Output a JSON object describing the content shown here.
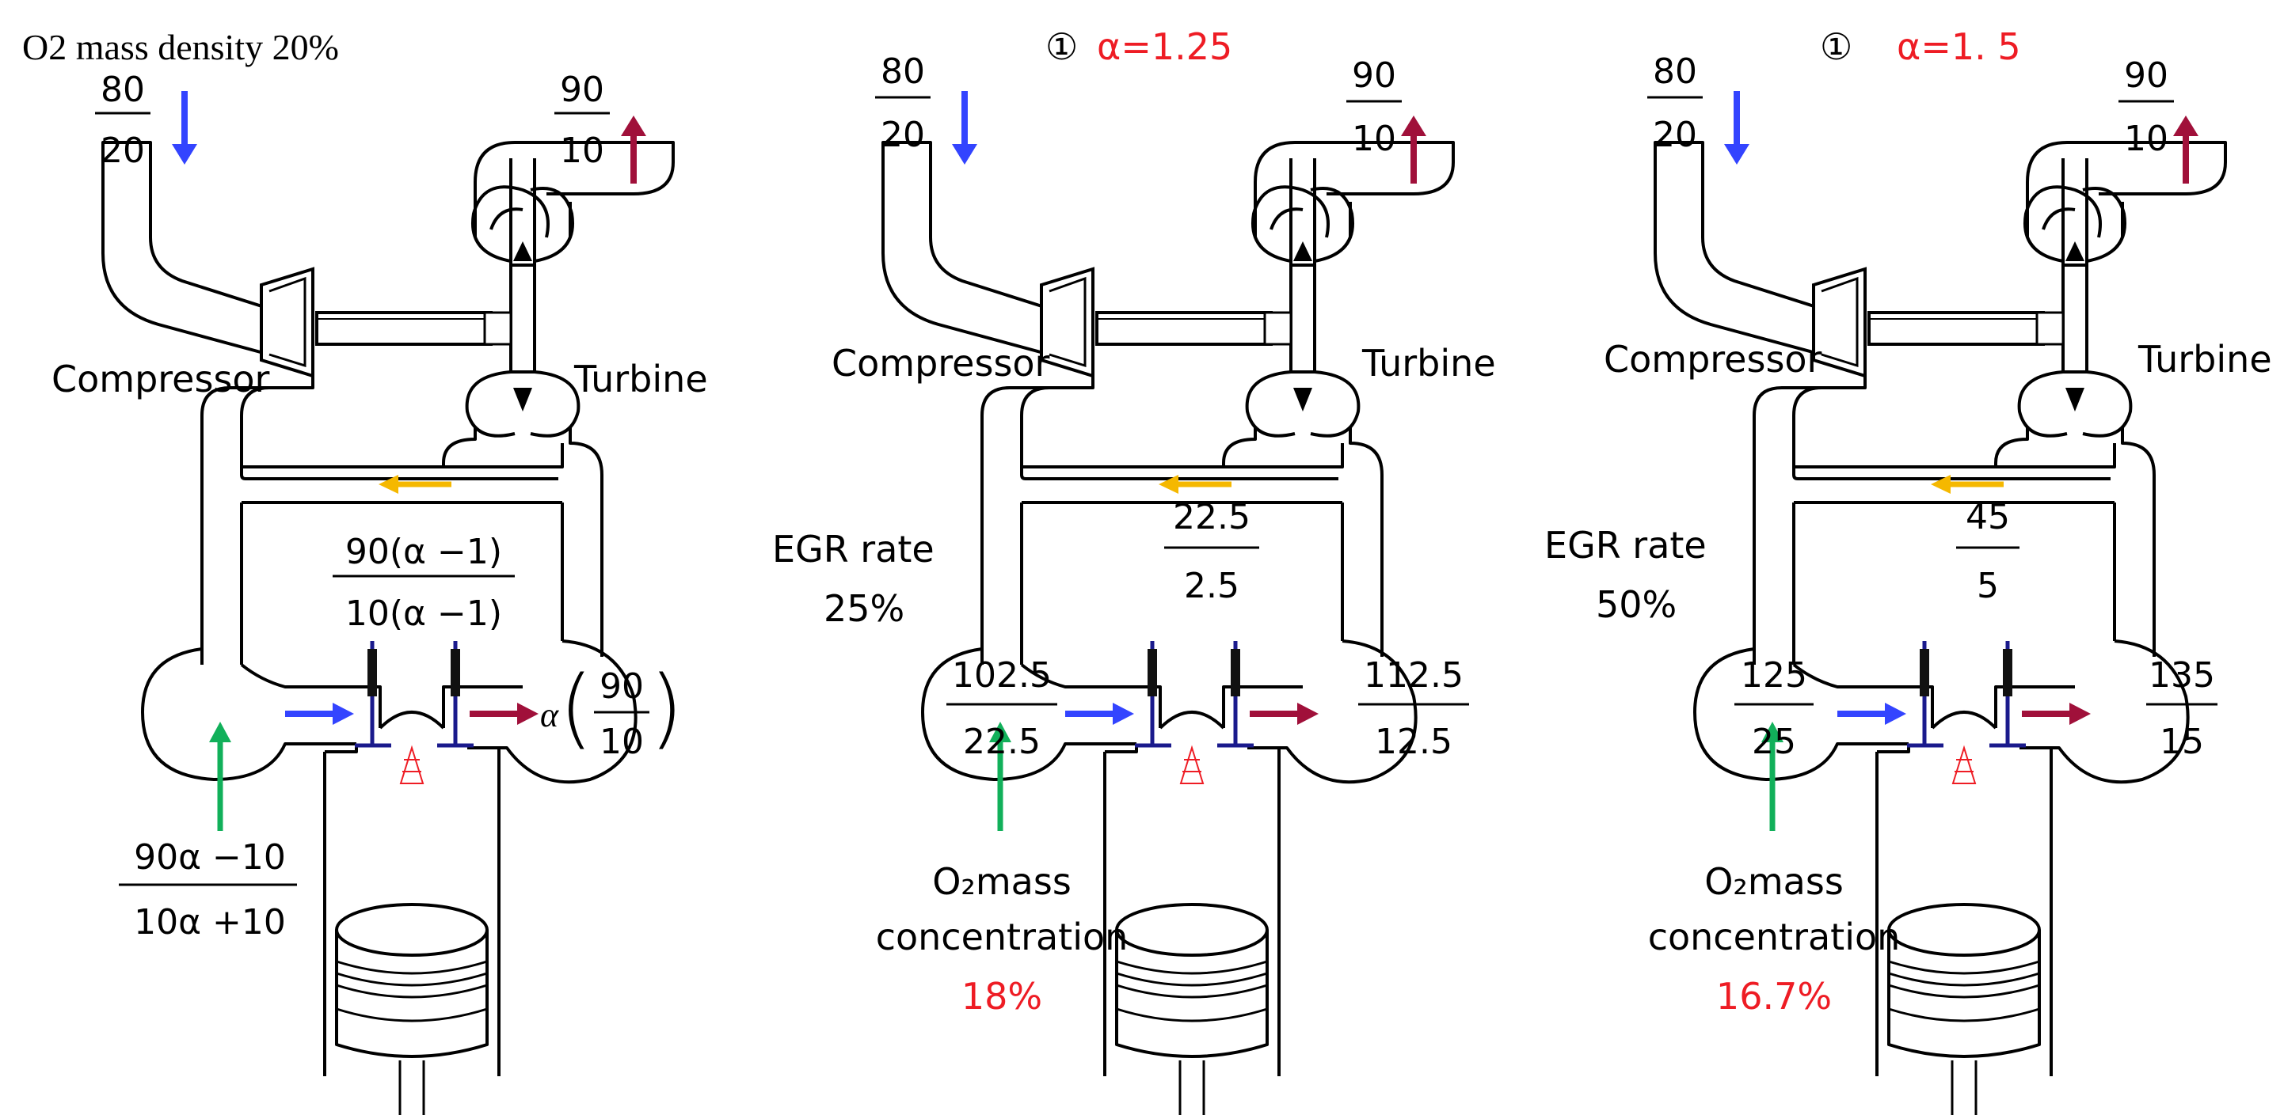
{
  "header_note": "O2 mass density 20%",
  "colors": {
    "intake": "#3344ff",
    "exhaust": "#a0103a",
    "egr": "#f5b800",
    "o2": "#11b05a",
    "accent": "#ee1c24",
    "valve": "#1a1a8c"
  },
  "panels": [
    {
      "label_compressor": "Compressor",
      "label_turbine": "Turbine",
      "intake": {
        "num": "80",
        "den": "20"
      },
      "exhaust": {
        "num": "90",
        "den": "10"
      },
      "egr": {
        "num": "90(α −1)",
        "den": "10(α −1)"
      },
      "exhaust_manifold": {
        "prefix": "α",
        "num": "90",
        "den": "10"
      },
      "intake_manifold": {
        "num": "90α −10",
        "den": "10α +10"
      }
    },
    {
      "case_marker": "①",
      "case_alpha": "α=1.25",
      "label_compressor": "Compressor",
      "label_turbine": "Turbine",
      "intake": {
        "num": "80",
        "den": "20"
      },
      "exhaust": {
        "num": "90",
        "den": "10"
      },
      "egr_rate_label": "EGR rate",
      "egr_rate_value": "25%",
      "egr": {
        "num": "22.5",
        "den": "2.5"
      },
      "intake_manifold": {
        "num": "102.5",
        "den": "22.5"
      },
      "exhaust_manifold": {
        "num": "112.5",
        "den": "12.5"
      },
      "o2_label_1": "O₂mass",
      "o2_label_2": "concentration",
      "o2_value": "18%"
    },
    {
      "case_marker": "①",
      "case_alpha": "α=1. 5",
      "label_compressor": "Compressor",
      "label_turbine": "Turbine",
      "intake": {
        "num": "80",
        "den": "20"
      },
      "exhaust": {
        "num": "90",
        "den": "10"
      },
      "egr_rate_label": "EGR rate",
      "egr_rate_value": "50%",
      "egr": {
        "num": "45",
        "den": "5"
      },
      "intake_manifold": {
        "num": "125",
        "den": "25"
      },
      "exhaust_manifold": {
        "num": "135",
        "den": "15"
      },
      "o2_label_1": "O₂mass",
      "o2_label_2": "concentration",
      "o2_value": "16.7%"
    }
  ]
}
